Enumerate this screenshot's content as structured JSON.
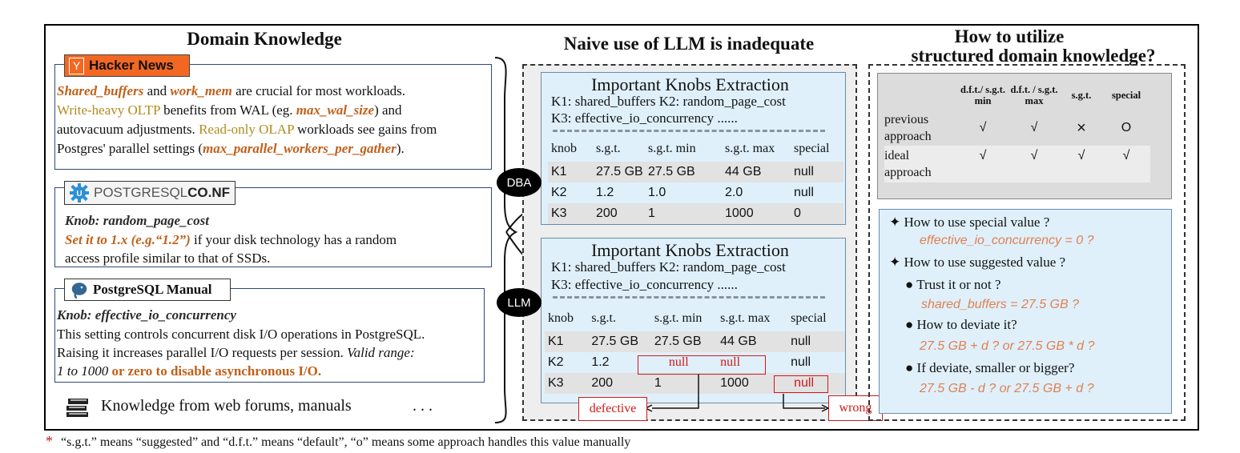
{
  "headings": {
    "domain_knowledge": "Domain Knowledge",
    "naive": "Naive use of LLM is inadequate",
    "utilize_line1": "How to utilize",
    "utilize_line2": "structured domain knowledge?"
  },
  "sources": {
    "hacker_news": {
      "tag_icon": "Y",
      "tag_label": "Hacker News",
      "l1a": "Shared_buffers",
      "l1b": " and ",
      "l1c": "work_mem",
      "l1d": " are crucial for most workloads.",
      "l2a": "Write-heavy OLTP",
      "l2b": " benefits from WAL (eg. ",
      "l2c": "max_wal_size",
      "l2d": ") and",
      "l3a": "autovacuum adjustments. ",
      "l3b": "Read-only OLAP",
      "l3c": " workloads see gains from",
      "l4a": "Postgres' parallel settings (",
      "l4b": "max_parallel_workers_per_gather",
      "l4c": ")."
    },
    "postgresqlconf": {
      "tag_label_a": "POSTGRESQL",
      "tag_label_b": "CO.NF",
      "knob": "Knob: random_page_cost",
      "l2a": "Set it to 1.x (e.g.“1.2”)",
      "l2b": " if your disk technology has a random",
      "l3": "access profile similar to that of SSDs."
    },
    "manual": {
      "tag_label": "PostgreSQL Manual",
      "knob": "Knob: effective_io_concurrency",
      "l2": "This setting controls concurrent disk I/O operations in PostgreSQL.",
      "l3a": "Raising it increases parallel I/O requests per session. ",
      "l3b": "Valid range:",
      "l4a": "1 to 1000",
      "l4b": " or zero to disable asynchronous I/O."
    },
    "forums": "Knowledge from web forums, manuals",
    "ellipsis": ". . ."
  },
  "dba_panel": {
    "title": "Important Knobs Extraction",
    "line1": "K1: shared_buffers  K2: random_page_cost",
    "line2": "K3: effective_io_concurrency ......",
    "headers": [
      "knob",
      "s.g.t.",
      "s.g.t. min",
      "s.g.t. max",
      "special"
    ],
    "rows": [
      [
        "K1",
        "27.5 GB",
        "27.5 GB",
        "44 GB",
        "null"
      ],
      [
        "K2",
        "1.2",
        "1.0",
        "2.0",
        "null"
      ],
      [
        "K3",
        "200",
        "1",
        "1000",
        "0"
      ]
    ],
    "badge": "DBA"
  },
  "llm_panel": {
    "title": "Important Knobs Extraction",
    "line1": "K1: shared_buffers  K2: random_page_cost",
    "line2": "K3: effective_io_concurrency ......",
    "headers": [
      "knob",
      "s.g.t.",
      "s.g.t. min",
      "s.g.t. max",
      "special"
    ],
    "rows": [
      [
        "K1",
        "27.5 GB",
        "27.5 GB",
        "44 GB",
        "null"
      ],
      [
        "K2",
        "1.2",
        "null",
        "null",
        "null"
      ],
      [
        "K3",
        "200",
        "1",
        "1000",
        "null"
      ]
    ],
    "badge": "LLM",
    "defective": "defective",
    "wrong": "wrong"
  },
  "comparison": {
    "headers": [
      "",
      "d.f.t./ s.g.t. min",
      "d.f.t. / s.g.t. max",
      "s.g.t.",
      "special"
    ],
    "rows": [
      [
        "previous approach",
        "√",
        "√",
        "×",
        "O"
      ],
      [
        "ideal approach",
        "√",
        "√",
        "√",
        "√"
      ]
    ]
  },
  "questions": {
    "q1": "How to use special value ?",
    "q1v": "effective_io_concurrency = 0 ?",
    "q2": "How to use suggested value ?",
    "q2a": "Trust it or not ?",
    "q2av": "shared_buffers = 27.5 GB ?",
    "q2b": "How to deviate it?",
    "q2bv": "27.5 GB + d ?  or  27.5 GB * d ?",
    "q2c": "If deviate, smaller or bigger?",
    "q2cv": "27.5 GB - d ?  or  27.5 GB + d ?"
  },
  "footnote": {
    "star": "*",
    "text": "“s.g.t.” means “suggested” and “d.f.t.”  means “default”,  “o” means some approach handles this value manually"
  },
  "colors": {
    "orange": "#c0601a",
    "olive": "#b08c1e",
    "panel_bg": "#dff0fb",
    "red": "#d01818",
    "hn_orange": "#ff6600"
  }
}
